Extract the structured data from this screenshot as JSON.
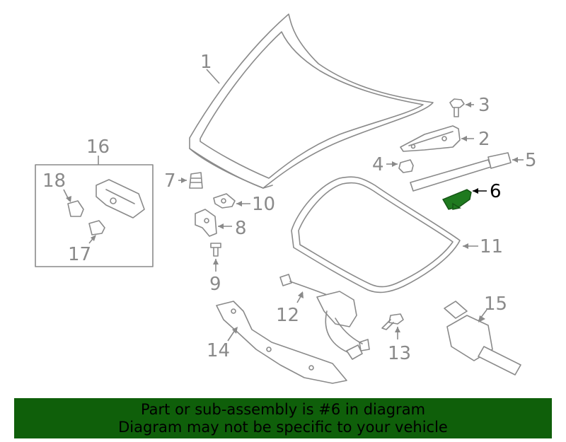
{
  "diagram": {
    "callouts": {
      "c1": "1",
      "c2": "2",
      "c3": "3",
      "c4": "4",
      "c5": "5",
      "c6": "6",
      "c7": "7",
      "c8": "8",
      "c9": "9",
      "c10": "10",
      "c11": "11",
      "c12": "12",
      "c13": "13",
      "c14": "14",
      "c15": "15",
      "c16": "16",
      "c17": "17",
      "c18": "18"
    },
    "highlighted_part": "6",
    "highlight_color": "#1f7a1f",
    "line_color": "#8a8a8a"
  },
  "banner": {
    "line1": "Part or sub-assembly is #6 in diagram",
    "line2": "Diagram may not be specific to your vehicle",
    "background": "#0f5f0a"
  }
}
